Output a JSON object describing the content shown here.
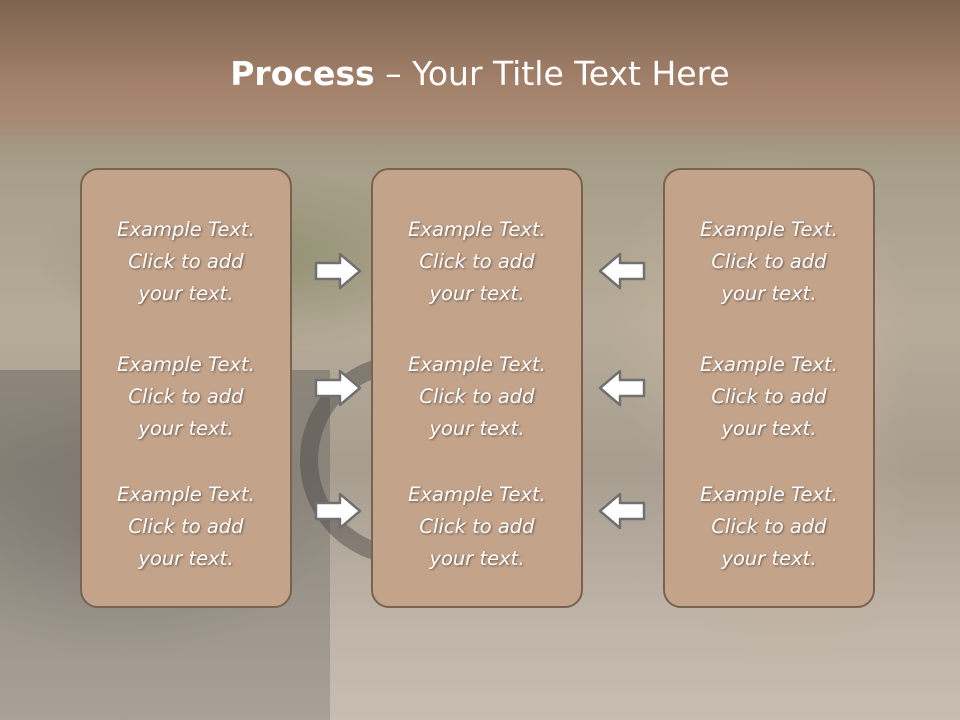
{
  "slide": {
    "title_bold": "Process",
    "title_rest": " – Your Title Text Here",
    "background_image": "woman-smoking-in-car-photo"
  },
  "colors": {
    "header": "#a2806a",
    "panel_fill": "#c3a48b",
    "panel_border": "#7a6250",
    "text": "#ffffff"
  },
  "panels": [
    {
      "items": [
        [
          "Example Text.",
          "Click  to add",
          "your text."
        ],
        [
          "Example Text.",
          "Click  to add",
          "your text."
        ],
        [
          "Example Text.",
          "Click  to add",
          "your text."
        ]
      ]
    },
    {
      "items": [
        [
          "Example Text.",
          "Click  to add",
          "your text."
        ],
        [
          "Example Text.",
          "Click  to add",
          "your text."
        ],
        [
          "Example Text.",
          "Click  to add",
          "your text."
        ]
      ]
    },
    {
      "items": [
        [
          "Example Text.",
          "Click  to add",
          "your text."
        ],
        [
          "Example Text.",
          "Click  to add",
          "your text."
        ],
        [
          "Example Text.",
          "Click  to add",
          "your text."
        ]
      ]
    }
  ],
  "arrows": {
    "left_group": "arrow-right-icon",
    "right_group": "arrow-left-icon"
  }
}
